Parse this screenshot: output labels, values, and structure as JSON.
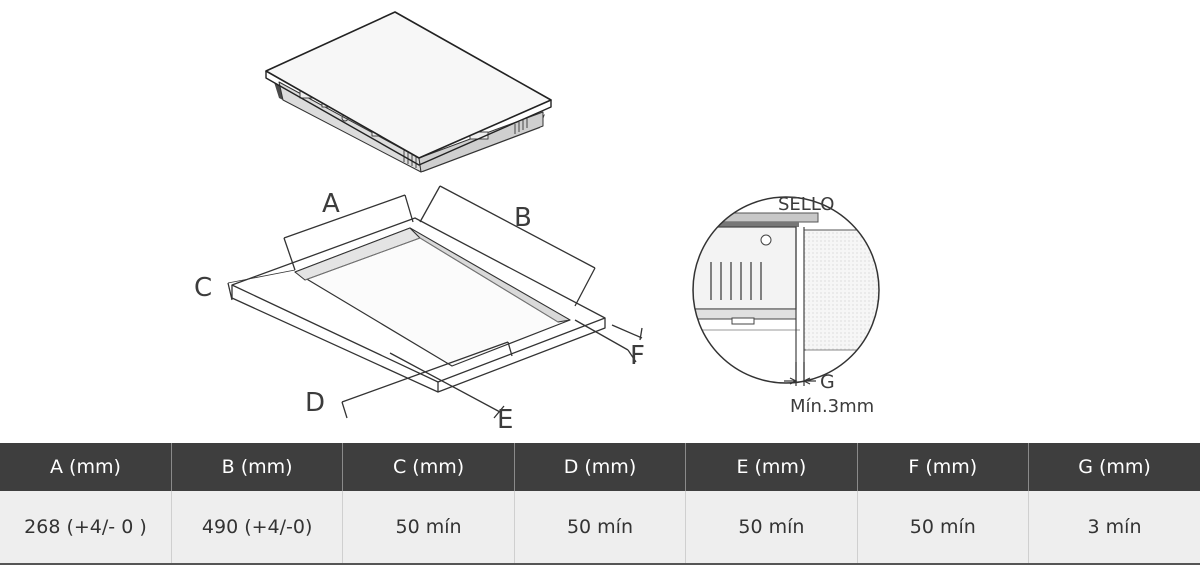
{
  "diagram": {
    "labels": {
      "a": "A",
      "b": "B",
      "c": "C",
      "d": "D",
      "e": "E",
      "f": "F",
      "g": "G",
      "seal": "SELLO",
      "min_gap": "Mín.3mm"
    }
  },
  "table": {
    "headers": [
      "A (mm)",
      "B (mm)",
      "C (mm)",
      "D (mm)",
      "E (mm)",
      "F (mm)",
      "G (mm)"
    ],
    "values": [
      "268 (+4/- 0 )",
      "490 (+4/-0)",
      "50 mín",
      "50 mín",
      "50 mín",
      "50 mín",
      "3 mín"
    ]
  },
  "colors": {
    "header_bg": "#3e3e3e",
    "row_bg": "#eeeeee",
    "line": "#333333"
  }
}
